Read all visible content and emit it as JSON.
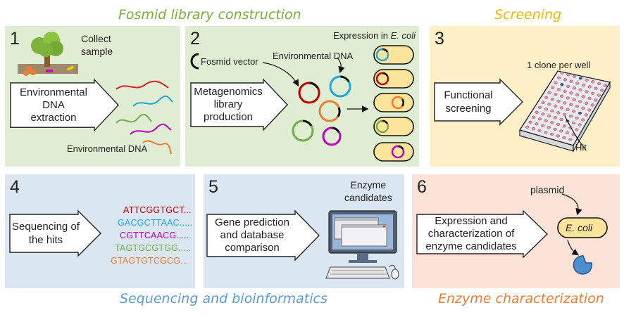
{
  "headers": {
    "fosmid": "Fosmid library construction",
    "screening": "Screening",
    "sequencing": "Sequencing and bioinformatics",
    "enzyme": "Enzyme characterization"
  },
  "colors": {
    "green_header": "#7aaf3a",
    "yellow_header": "#f0b800",
    "blue_header": "#5b9bd5",
    "orange_header": "#ed7d31",
    "green_panel": "#dfeed3",
    "yellow_panel": "#fdefc8",
    "blue_panel": "#dbe6f3",
    "orange_panel": "#fbe2d6"
  },
  "panel1": {
    "number": "1",
    "collect": "Collect\nsample",
    "step": "Environmental\nDNA\nextraction",
    "caption": "Environmental DNA"
  },
  "panel2": {
    "number": "2",
    "expression": "Expression in ",
    "expression_italic": "E. coli",
    "fosmid_vector": "Fosmid vector",
    "env_dna": "Environmental DNA",
    "step": "Metagenomics\nlibrary\nproduction"
  },
  "panel3": {
    "number": "3",
    "clone": "1 clone per well",
    "step": "Functional\nscreening",
    "hit": "Hit"
  },
  "panel4": {
    "number": "4",
    "step": "Sequencing of\nthe hits",
    "sequences": [
      {
        "text": "ATTCGGTGCT...",
        "color": "#c00000"
      },
      {
        "text": "GACGCTTAAC.....",
        "color": "#1fa8e0"
      },
      {
        "text": "CGTTCAACG.....",
        "color": "#c000c0"
      },
      {
        "text": "TAGTGCGTGG.....",
        "color": "#70ad47"
      },
      {
        "text": "GTAGTGTCGCG...",
        "color": "#ed7d31"
      }
    ]
  },
  "panel5": {
    "number": "5",
    "candidates": "Enzyme\ncandidates",
    "step": "Gene prediction\nand database\ncomparison"
  },
  "panel6": {
    "number": "6",
    "plasmid": "plasmid",
    "ecoli": "E. coli",
    "step": "Expression and\ncharacterization of\nenzyme candidates"
  }
}
